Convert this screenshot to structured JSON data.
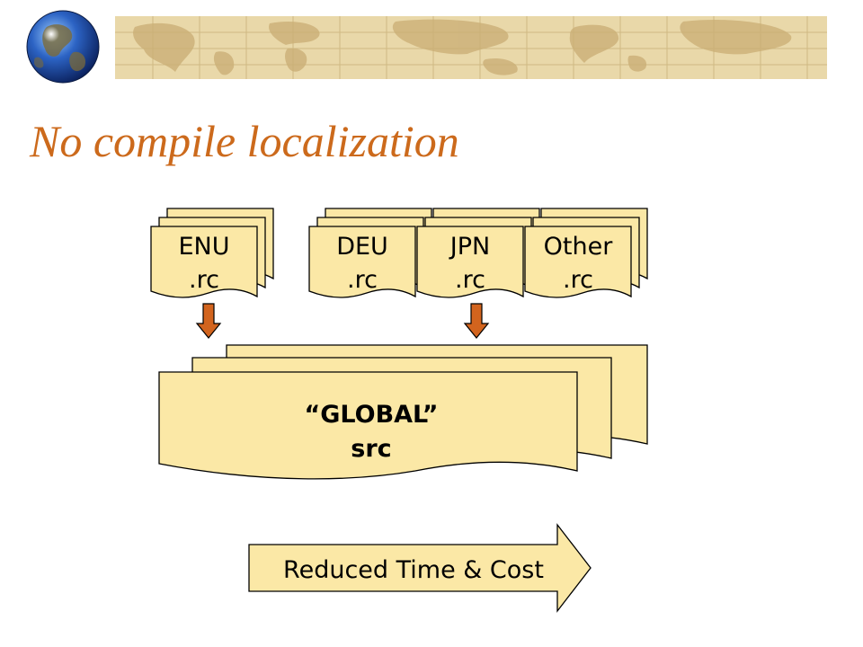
{
  "slide": {
    "title": "No compile localization"
  },
  "diagram": {
    "resource_files": [
      {
        "name": "ENU",
        "ext": ".rc"
      },
      {
        "name": "DEU",
        "ext": ".rc"
      },
      {
        "name": "JPN",
        "ext": ".rc"
      },
      {
        "name": "Other",
        "ext": ".rc"
      }
    ],
    "global_source": {
      "line1": "“GLOBAL”",
      "line2": "src"
    },
    "benefit_arrow": "Reduced Time & Cost"
  },
  "colors": {
    "title": "#cc6a1c",
    "document_fill": "#fbe8a6",
    "arrow_fill": "#fbe8a6",
    "down_arrow_fill": "#d2641e",
    "banner_bg": "#e9d8a9"
  }
}
